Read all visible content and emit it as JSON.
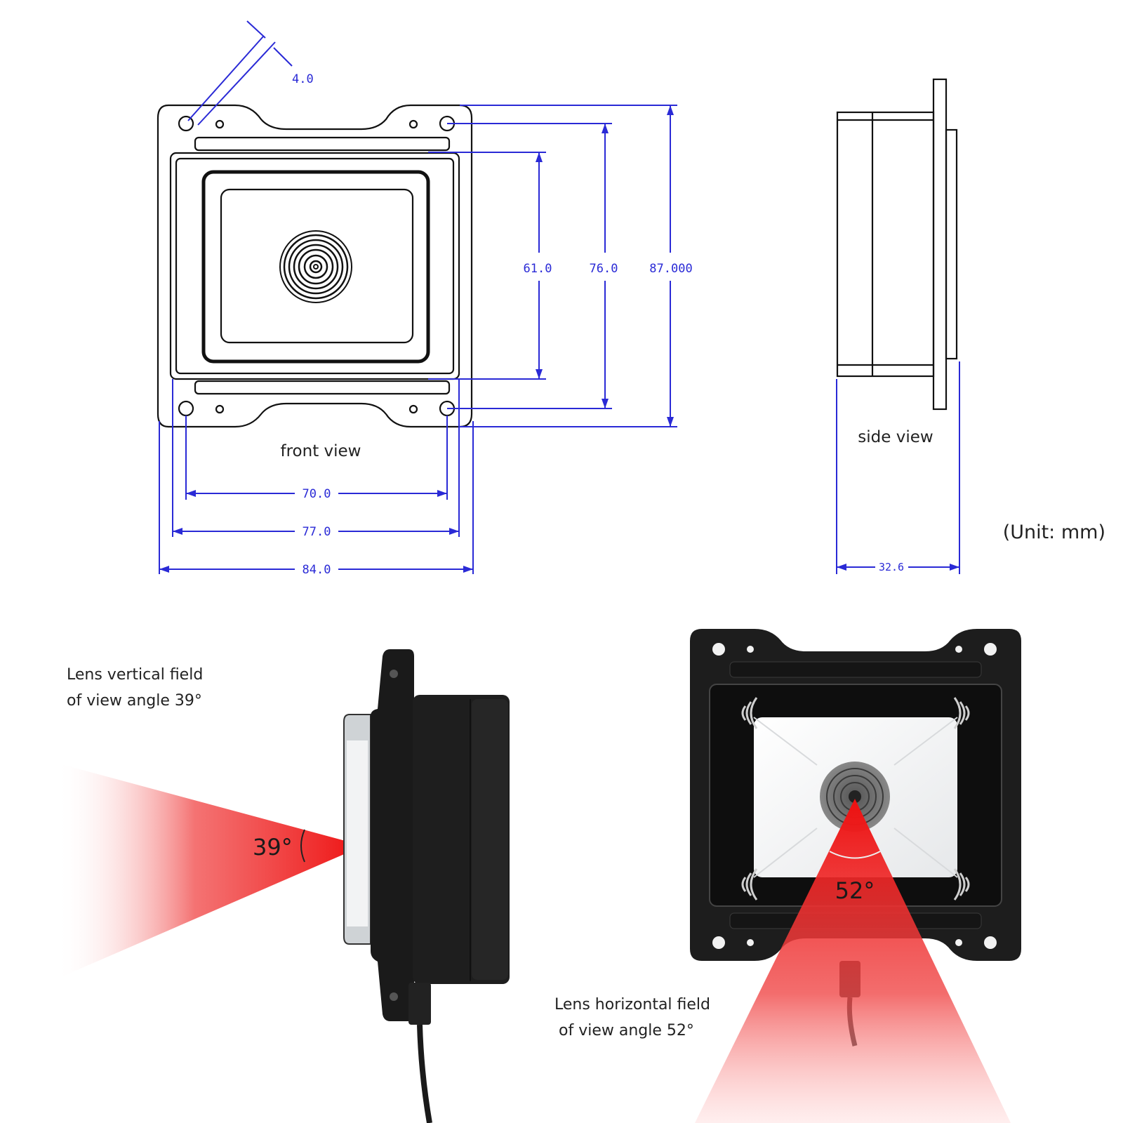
{
  "drawing": {
    "front_view_caption": "front view",
    "side_view_caption": "side view",
    "unit_note": "(Unit: mm)",
    "dimensions": {
      "hole_diameter": "4.0",
      "window_height": "61.0",
      "hole_spacing_vertical": "76.0",
      "overall_height": "87.000",
      "hole_spacing_horizontal": "70.0",
      "body_width": "77.0",
      "overall_width": "84.0",
      "depth": "32.6"
    }
  },
  "photos": {
    "vertical_fov": {
      "caption_line1": "Lens vertical field",
      "caption_line2": "of view angle 39°",
      "angle_label": "39°",
      "beam_color": "#ee1111"
    },
    "horizontal_fov": {
      "caption_line1": "Lens horizontal field",
      "caption_line2": "of view angle 52°",
      "angle_label": "52°",
      "beam_color": "#ee1111"
    }
  },
  "colors": {
    "dimension_ink": "#2a2ad6",
    "outline_ink": "#111111",
    "device_body": "#1b1b1b"
  }
}
